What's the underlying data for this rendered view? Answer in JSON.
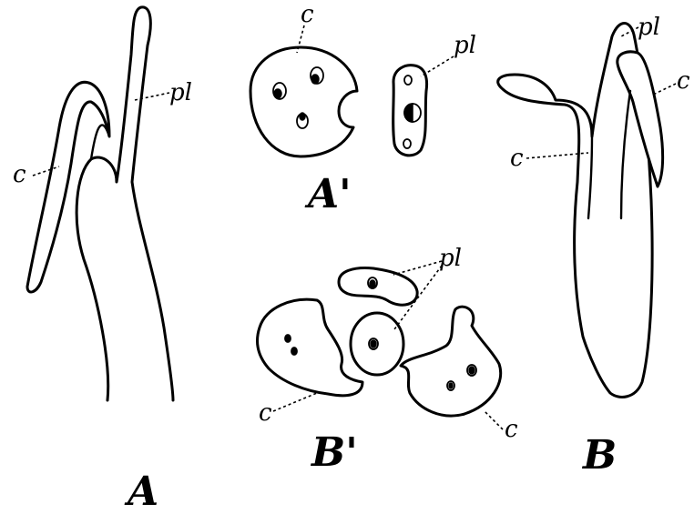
{
  "labels": {
    "c": "c",
    "pl": "pl",
    "fig_A": "A",
    "fig_A_prime": "A'",
    "fig_B": "B",
    "fig_B_prime": "B'"
  },
  "colors": {
    "ink": "#000000",
    "paper": "#ffffff"
  }
}
